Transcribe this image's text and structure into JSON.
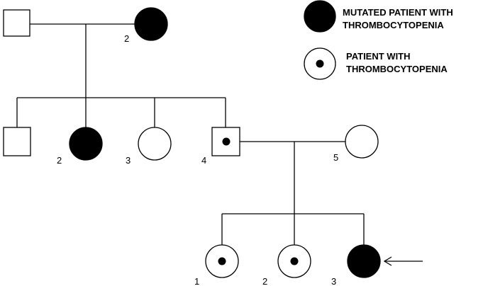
{
  "legend": {
    "mutated_label_line1": "MUTATED PATIENT WITH",
    "mutated_label_line2": "THROMBOCYTOPENIA",
    "patient_label_line1": "PATIENT WITH",
    "patient_label_line2": "THROMBOCYTOPENIA"
  },
  "generation1": {
    "female_number": "2"
  },
  "generation2": {
    "female_affected_number": "2",
    "female_unaffected_number": "3",
    "male_carrier_number": "4",
    "spouse_number": "5"
  },
  "generation3": {
    "child1_number": "1",
    "child2_number": "2",
    "child3_number": "3"
  },
  "colors": {
    "line": "#000000",
    "affected_fill": "#000000",
    "unaffected_fill": "#ffffff"
  }
}
